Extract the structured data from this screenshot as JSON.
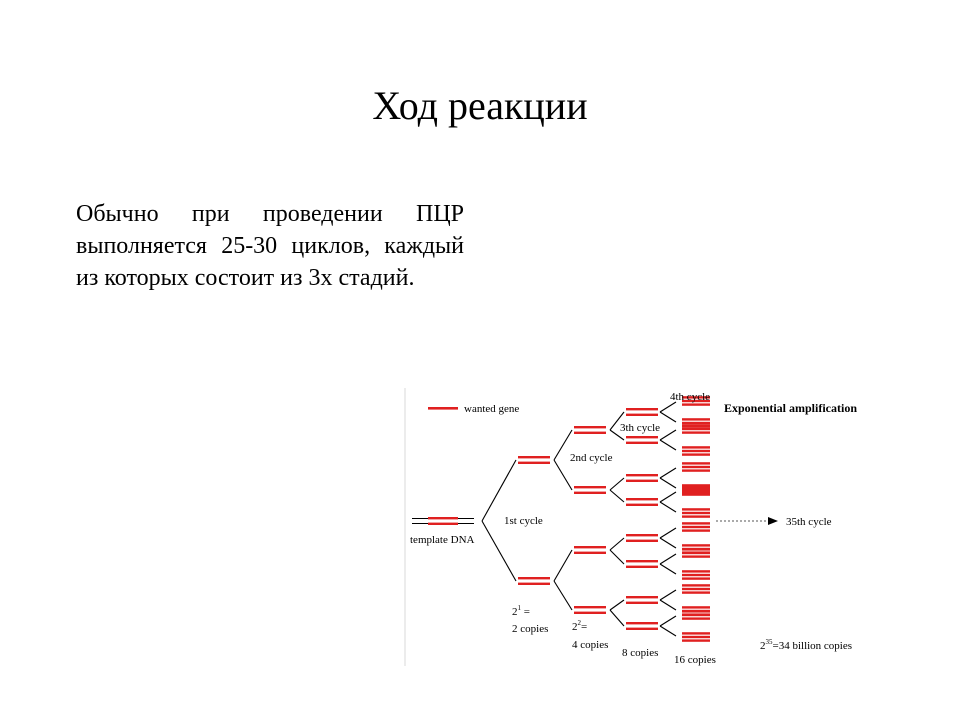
{
  "slide": {
    "title": "Ход реакции",
    "body": "Обычно при проведении ПЦР выполняется 25-30 циклов, каждый из которых состоит из 3х стадий."
  },
  "figure": {
    "legend_label": "wanted gene",
    "heading": "Exponential amplification",
    "template_label": "template DNA",
    "cycle_1": "1st cycle",
    "cycle_2": "2nd cycle",
    "cycle_3": "3th cycle",
    "cycle_4": "4th cycle",
    "cycle_35": "35th cycle",
    "eq_1_base": "2",
    "eq_1_exp": "1",
    "eq_1_rest": " =",
    "copies_2": "2 copies",
    "eq_2_base": "2",
    "eq_2_exp": "2",
    "eq_2_rest": "=",
    "copies_4": "4 copies",
    "copies_8": "8 copies",
    "copies_16": "16 copies",
    "eq_35_base": "2",
    "eq_35_exp": "35",
    "eq_35_rest": "=34 billion copies"
  },
  "colors": {
    "gene": "#e02020",
    "strand": "#000000"
  }
}
